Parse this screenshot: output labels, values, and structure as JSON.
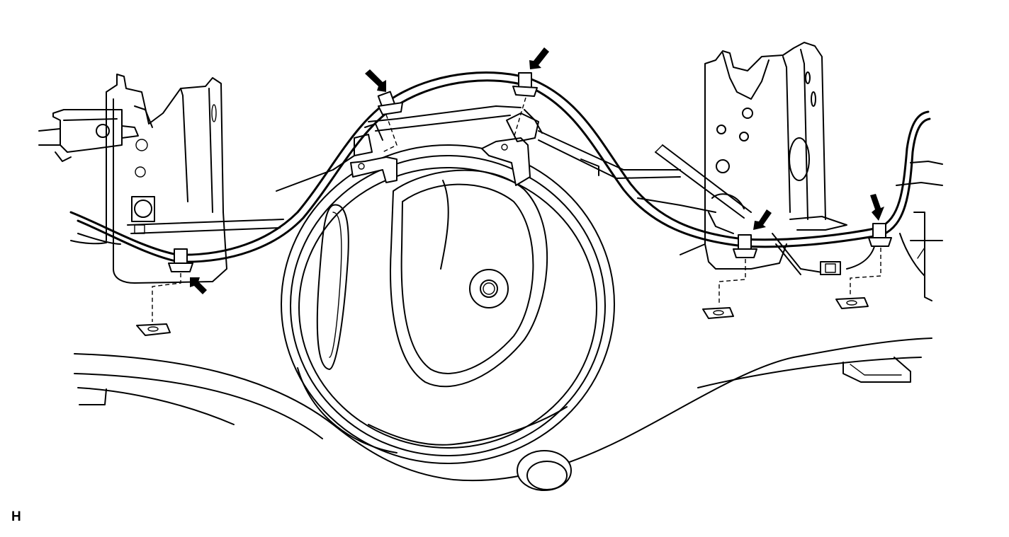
{
  "figure_code": "H",
  "colors": {
    "line": "#000000",
    "background": "#ffffff"
  },
  "callouts": [
    {
      "name": "arrow-clip-lower-left",
      "points_to": "cable-clip-1"
    },
    {
      "name": "arrow-clip-top-left",
      "points_to": "cable-clip-2"
    },
    {
      "name": "arrow-clip-top-right",
      "points_to": "cable-clip-3"
    },
    {
      "name": "arrow-clip-right-1",
      "points_to": "cable-clip-4"
    },
    {
      "name": "arrow-clip-right-2",
      "points_to": "cable-clip-5"
    }
  ]
}
